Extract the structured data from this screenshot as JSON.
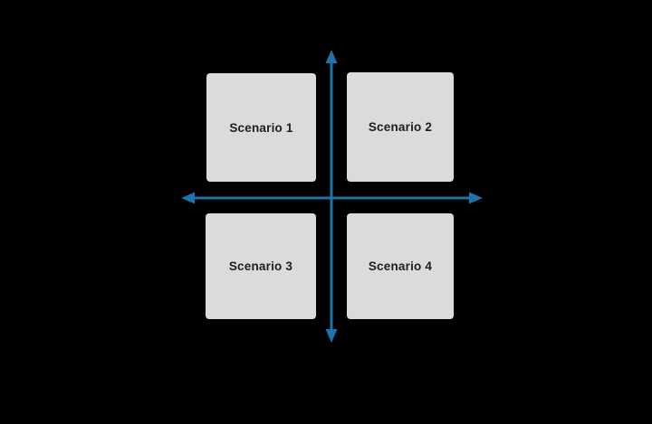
{
  "diagram": {
    "type": "2x2-scenario-matrix",
    "quadrants": [
      {
        "id": "top-left",
        "label": "Scenario 1"
      },
      {
        "id": "top-right",
        "label": "Scenario 2"
      },
      {
        "id": "bottom-left",
        "label": "Scenario 3"
      },
      {
        "id": "bottom-right",
        "label": "Scenario 4"
      }
    ],
    "axes": {
      "vertical": {
        "style": "double-headed-arrow",
        "direction": "up-down"
      },
      "horizontal": {
        "style": "double-headed-arrow",
        "direction": "left-right"
      }
    }
  },
  "colors": {
    "background": "#000000",
    "box_fill": "#d9dbdc",
    "label_text": "#1c1e1f",
    "arrow": "#1e73ab"
  }
}
